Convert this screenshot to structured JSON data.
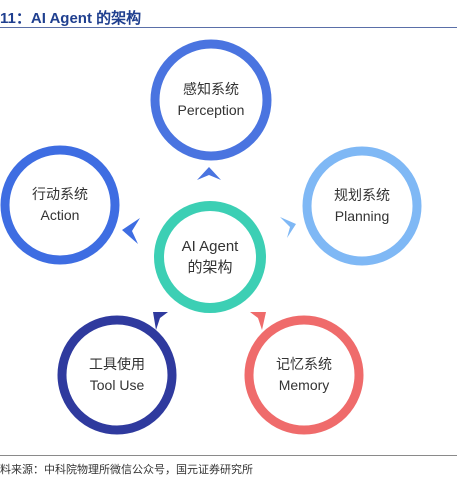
{
  "header": {
    "title": "11：AI Agent 的架构"
  },
  "diagram": {
    "center": {
      "line1": "AI Agent",
      "line2": "的架构",
      "color": "#3ccfb4"
    },
    "nodes": [
      {
        "id": "perception",
        "line1": "感知系统",
        "line2": "Perception",
        "color": "#4a74e0"
      },
      {
        "id": "planning",
        "line1": "规划系统",
        "line2": "Planning",
        "color": "#7fb8f5"
      },
      {
        "id": "memory",
        "line1": "记忆系统",
        "line2": "Memory",
        "color": "#ef6b6b"
      },
      {
        "id": "tool-use",
        "line1": "工具使用",
        "line2": "Tool Use",
        "color": "#2f3a9e"
      },
      {
        "id": "action",
        "line1": "行动系统",
        "line2": "Action",
        "color": "#3e6de2"
      }
    ]
  },
  "footer": {
    "source": "料来源：中科院物理所微信公众号，国元证券研究所"
  }
}
